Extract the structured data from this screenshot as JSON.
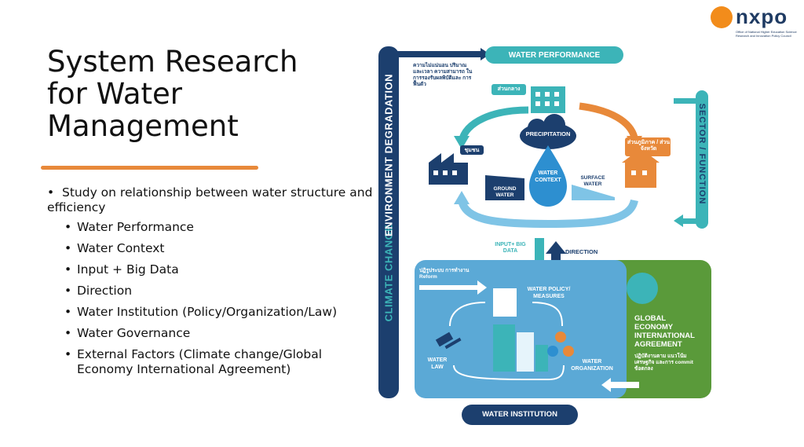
{
  "slide": {
    "title": "System Research for Water Management",
    "bullet_main": "Study on relationship between water structure and efficiency",
    "sub_bullets": [
      "Water Performance",
      "Water Context",
      "Input + Big Data",
      "Direction",
      "Water Institution (Policy/Organization/Law)",
      "Water Governance",
      "External Factors (Climate change/Global Economy International Agreement)"
    ]
  },
  "logo": {
    "name": "nxpo",
    "subtitle": "Office of National Higher Education Science Research and Innovation Policy Council"
  },
  "diagram": {
    "left_bar": "CLIMATE CHANGE ENVIRONMENT DEGRADATION",
    "climate_change": "CLIMATE CHANGE",
    "env_degradation": "ENVIRONMENT DEGRADATION",
    "water_performance": "WATER PERFORMANCE",
    "thai_performance_note": "ความไม่แน่นอน ปริมาณ และเวลา ความสามารถ ในการรองรับผลพิบัติและ การฟื้นตัว",
    "central_label": "ส่วนกลาง",
    "community_label": "ชุมชน",
    "regional_label": "ส่วนภูมิภาค / ส่วนจังหวัด",
    "precipitation": "PRECIPITATION",
    "water_context": "WATER CONTEXT",
    "ground_water": "GROUND WATER",
    "surface_water": "SURFACE WATER",
    "sector_function": "SECTOR / FUNCTION",
    "input_big_data": "INPUT+ BIG DATA",
    "direction": "DIRECTION",
    "reform_note": "ปฏิรูประบบ การทำงาน Reform",
    "water_policy": "WATER POLICY/ MEASURES",
    "water_law": "WATER LAW",
    "water_organization": "WATER ORGANIZATION",
    "global_economy": "GLOBAL ECONOMY INTERNATIONAL AGREEMENT",
    "global_thai_note": "ปฏิบัติงานตาม แนวโน้มเศรษฐกิจ และการ commit ข้อตกลง",
    "water_institution": "WATER INSTITUTION"
  },
  "colors": {
    "navy": "#1c3f6e",
    "teal": "#3cb4b8",
    "light_blue": "#7fc4e6",
    "panel_blue": "#5ba9d6",
    "green": "#5a9a3a",
    "orange": "#e8893a"
  }
}
